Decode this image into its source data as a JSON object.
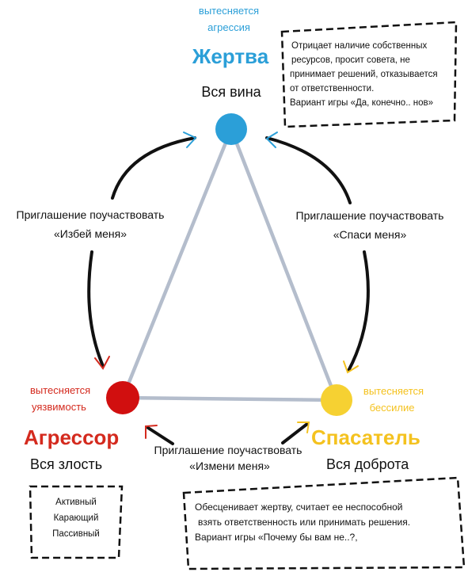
{
  "victim": {
    "suppressed_line1": "вытесняется",
    "suppressed_line2": "агрессия",
    "title": "Жертва",
    "subtitle": "Вся вина",
    "color": "#2b9fd8",
    "box": [
      "Отрицает наличие собственных",
      "ресурсов, просит совета, не",
      "принимает решений, отказывается",
      "от  ответственности.",
      "Вариант игры «Да, конечно.. нов»"
    ]
  },
  "aggressor": {
    "suppressed_line1": "вытесняется",
    "suppressed_line2": "уязвимость",
    "title": "Агрессор",
    "subtitle": "Вся злость",
    "color": "#d42a1e",
    "box": [
      "Активный",
      "Карающий",
      "Пассивный"
    ]
  },
  "rescuer": {
    "suppressed_line1": "вытесняется",
    "suppressed_line2": "бессилие",
    "title": "Спасатель",
    "subtitle": "Вся доброта",
    "color": "#f4c21f",
    "box": [
      "Обесценивает жертву, считает ее неспособной",
      "взять ответственность или принимать решения.",
      "Вариант игры «Почему бы вам не..?,"
    ]
  },
  "invitations": {
    "left_line1": "Приглашение поучаствовать",
    "left_line2": "«Избей меня»",
    "right_line1": "Приглашение поучаствовать",
    "right_line2": "«Спаси меня»",
    "bottom_line1": "Приглашение поучаствовать",
    "bottom_line2": "«Измени меня»"
  },
  "colors": {
    "triangle_edge": "#b4bdcc",
    "arrow": "#111111",
    "arrowhead_left": "#d42a1e",
    "arrowhead_right": "#2b9fd8"
  }
}
